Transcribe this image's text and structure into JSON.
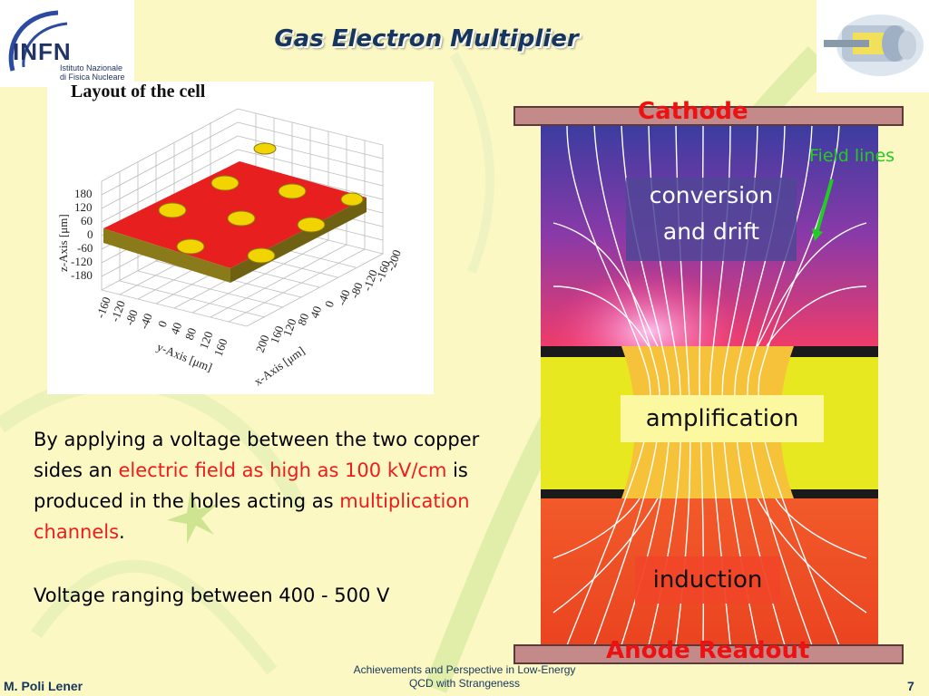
{
  "slide": {
    "title": "Gas Electron Multiplier",
    "page_number": "7"
  },
  "logos": {
    "left": {
      "name": "INFN",
      "subtitle_line1": "Istituto Nazionale",
      "subtitle_line2": "di Fisica Nucleare"
    },
    "right": {
      "icon": "detector-logo-icon"
    }
  },
  "cell_figure": {
    "title": "Layout of the cell",
    "z_axis_label": "z-Axis [μm]",
    "y_axis_label": "y-Axis [μm]",
    "x_axis_label": "x-Axis [μm]",
    "z_ticks": [
      "180",
      "120",
      "60",
      "0",
      "-60",
      "-120",
      "-180"
    ],
    "y_ticks": [
      "-160",
      "-120",
      "-80",
      "-40",
      "0",
      "40",
      "80",
      "120",
      "160"
    ],
    "x_ticks": [
      "-200",
      "-160",
      "-120",
      "-80",
      "-40",
      "0",
      "40",
      "80",
      "120",
      "160",
      "200"
    ],
    "colors": {
      "copper": "#e81f1f",
      "kapton": "#8a7a1a",
      "hole": "#f2d400"
    }
  },
  "body": {
    "p1_part1": "By applying a voltage between the two copper sides an ",
    "p1_highlight1": "electric field as high as 100 kV/cm",
    "p1_part2": " is produced in the holes acting as ",
    "p1_highlight2": "multiplication channels",
    "p1_part3": ".",
    "p2": "Voltage ranging between 400 - 500 V"
  },
  "gem_diagram": {
    "cathode_label": "Cathode",
    "anode_label": "Anode Readout",
    "field_lines_label": "Field lines",
    "region_conversion_line1": "conversion",
    "region_conversion_line2": "and drift",
    "region_amplification": "amplification",
    "region_induction": "induction",
    "colors": {
      "electrode": "#c48a8a",
      "drift_top": "#3b3ca0",
      "amplification": "#e8e820",
      "induction": "#ee5522",
      "field_lines": "#ffffff",
      "arrow": "#22cc22"
    }
  },
  "footer": {
    "author": "M. Poli Lener",
    "center_line1": "Achievements and Perspective in Low-Energy",
    "center_line2": "QCD with Strangeness"
  },
  "theme": {
    "background": "#fbf8c4",
    "title_color": "#17365d",
    "highlight": "#ee1c1c"
  }
}
